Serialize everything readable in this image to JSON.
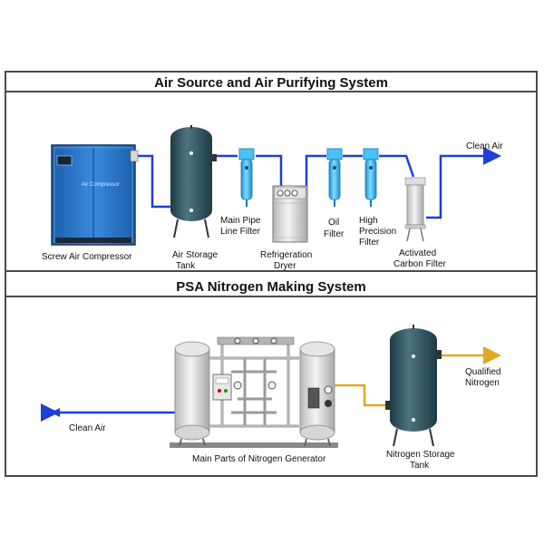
{
  "sections": {
    "top_title": "Air Source and Air Purifying System",
    "bottom_title": "PSA Nitrogen Making System"
  },
  "components": {
    "compressor_label": "Screw Air Compressor",
    "compressor_panel_text": "Air Compressor",
    "storage_tank_label_1": "Air Storage",
    "storage_tank_label_2": "Tank",
    "main_pipe_filter_label_1": "Main Pipe",
    "main_pipe_filter_label_2": "Line Filter",
    "dryer_label_1": "Refrigeration",
    "dryer_label_2": "Dryer",
    "oil_filter_label_1": "Oil",
    "oil_filter_label_2": "Filter",
    "high_precision_label_1": "High",
    "high_precision_label_2": "Precision",
    "high_precision_label_3": "Filter",
    "carbon_filter_label_1": "Activated",
    "carbon_filter_label_2": "Carbon Filter",
    "clean_air_out_label": "Clean Air",
    "clean_air_in_label": "Clean Air",
    "generator_label": "Main Parts of Nitrogen Generator",
    "nitrogen_tank_label_1": "Nitrogen Storage",
    "nitrogen_tank_label_2": "Tank",
    "qualified_label_1": "Qualified",
    "qualified_label_2": "Nitrogen"
  },
  "colors": {
    "air_pipe": "#1f3fd6",
    "nitrogen_pipe": "#e0a820",
    "tank_body": "#3b5f6b",
    "filter_body": "#33b8f0",
    "compressor_body": "#2a73c9",
    "frame": "#4a4a4a"
  }
}
